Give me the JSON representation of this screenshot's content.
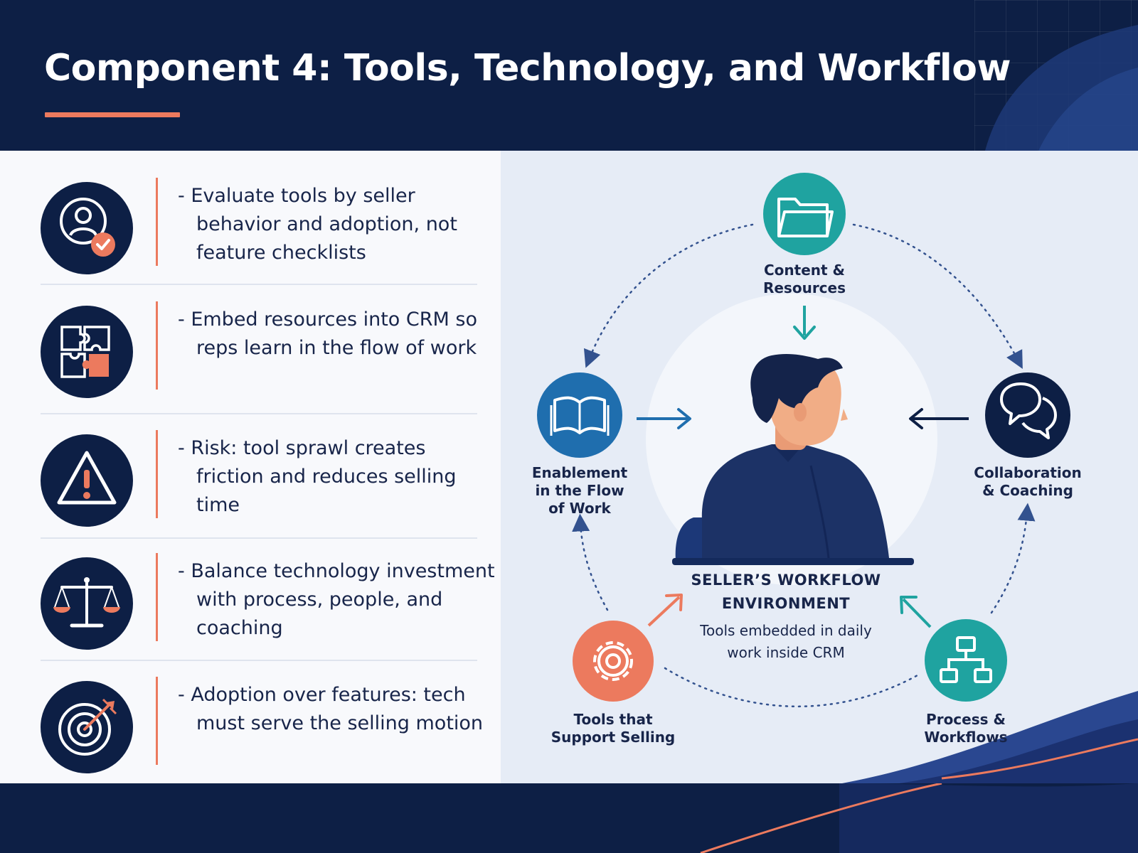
{
  "header": {
    "title": "Component 4: Tools, Technology, and Workflow"
  },
  "colors": {
    "navy": "#0d1f45",
    "accent": "#ec7a5e",
    "teal": "#1fa3a0",
    "blue": "#1f6eae",
    "panel_light": "#e6ecf6"
  },
  "bullets": [
    {
      "icon": "user-check-icon",
      "text": "- Evaluate tools by seller behavior and adoption, not feature checklists"
    },
    {
      "icon": "puzzle-icon",
      "text": "- Embed resources into CRM so reps learn in the flow of work"
    },
    {
      "icon": "warning-icon",
      "text": "- Risk: tool sprawl creates friction and reduces selling time"
    },
    {
      "icon": "balance-scale-icon",
      "text": "- Balance technology investment with process, people, and coaching"
    },
    {
      "icon": "target-icon",
      "text": "- Adoption over features: tech must serve the selling motion"
    }
  ],
  "diagram": {
    "center": {
      "title_line1": "SELLER’S WORKFLOW",
      "title_line2": "ENVIRONMENT",
      "subtitle_line1": "Tools embedded in daily",
      "subtitle_line2": "work inside CRM"
    },
    "nodes": [
      {
        "id": "content",
        "icon": "folder-icon",
        "line1": "Content &",
        "line2": "Resources",
        "line3": ""
      },
      {
        "id": "enablement",
        "icon": "open-book-icon",
        "line1": "Enablement",
        "line2": "in the Flow",
        "line3": "of Work"
      },
      {
        "id": "collaboration",
        "icon": "chat-bubbles-icon",
        "line1": "Collaboration",
        "line2": "& Coaching",
        "line3": ""
      },
      {
        "id": "tools",
        "icon": "gear-icon",
        "line1": "Tools that",
        "line2": "Support Selling",
        "line3": ""
      },
      {
        "id": "process",
        "icon": "flowchart-icon",
        "line1": "Process &",
        "line2": "Workflows",
        "line3": ""
      }
    ]
  }
}
